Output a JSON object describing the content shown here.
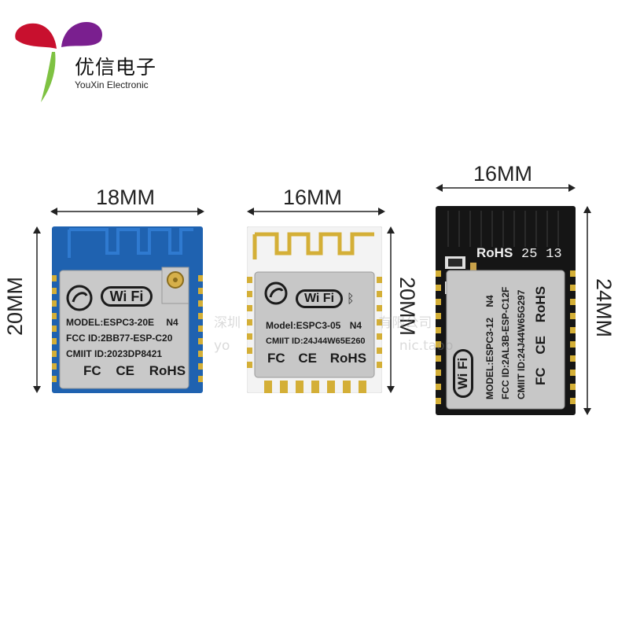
{
  "brand": {
    "name_cn": "优信电子",
    "name_en": "YouXin Electronic",
    "colors": {
      "red": "#c8102e",
      "purple": "#7a1f8f",
      "green": "#7ec242"
    }
  },
  "modules": [
    {
      "width_label": "18MM",
      "height_label": "20MM",
      "pcb_color": "#1f62b0",
      "shield": {
        "wifi": "Wi Fi",
        "model": "MODEL:ESPC3-20E",
        "variant": "N4",
        "fcc": "FCC ID:2BB77-ESP-C20",
        "cmiit": "CMIIT ID:2023DP8421",
        "certs": [
          "FC",
          "CE",
          "RoHS"
        ]
      }
    },
    {
      "width_label": "16MM",
      "height_label": "20MM",
      "pcb_color": "#f3f3f3",
      "shield": {
        "wifi": "Wi Fi",
        "model": "Model:ESPC3-05",
        "variant": "N4",
        "cmiit": "CMIIT ID:24J44W65E260",
        "certs": [
          "FC",
          "CE",
          "RoHS"
        ]
      }
    },
    {
      "width_label": "16MM",
      "height_label": "24MM",
      "pcb_color": "#151515",
      "silkscreen": [
        "RoHS",
        "25",
        "13"
      ],
      "shield": {
        "wifi": "Wi Fi",
        "model": "MODEL:ESPC3-12",
        "variant": "N4",
        "fcc": "FCC ID:2AL3B-ESP-C12F",
        "cmiit": "CMIIT ID:24J44W65G297",
        "certs": [
          "FC",
          "CE",
          "RoHS"
        ]
      }
    }
  ],
  "watermark": {
    "line1": "深圳",
    "line1b": "有限公司",
    "line2": "yo",
    "line2b": "nic.taob"
  }
}
